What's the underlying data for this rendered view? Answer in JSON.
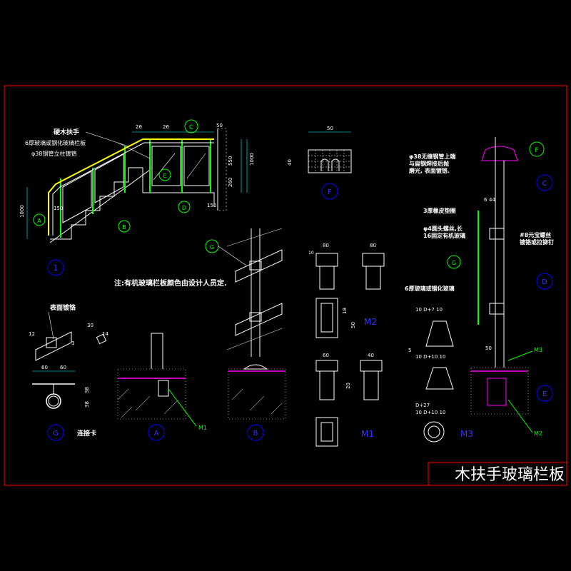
{
  "title": "木扶手玻璃栏板",
  "note": "注:有机玻璃栏板颜色由设计人员定.",
  "colors": {
    "background": "#000000",
    "frame": "#ff0000",
    "text": "#ffffff",
    "bubble": "#0000ff",
    "accent": "#00ff00",
    "dim": "#00ffff",
    "label": "#3333ff",
    "cut": "#ff00ff"
  },
  "elevation": {
    "labels": {
      "handrail": "硬木扶手",
      "glass": "6厚玻璃或钢化玻璃栏板",
      "post": "φ38钢管立柱镀铬"
    },
    "dims": {
      "d26a": "26",
      "d26b": "26",
      "d50": "50",
      "d550": "550",
      "d1000": "1000",
      "d260": "260",
      "d150": "150",
      "d1000left": "1000",
      "d150b": "150"
    },
    "bubbles": {
      "c": "C",
      "e": "E",
      "d": "D",
      "a": "A",
      "b": "B",
      "n1": "1"
    }
  },
  "detail_f": {
    "bubble": "F",
    "dim50": "50",
    "dim40": "40"
  },
  "detail_g": {
    "bubble": "G"
  },
  "detail_clip": {
    "label": "表面镀铬",
    "caption": "连接卡",
    "bubble": "G",
    "dims": {
      "d60a": "60",
      "d60b": "60",
      "d12": "12",
      "d30": "30",
      "d38a": "38",
      "d38b": "38",
      "d3": "3",
      "d14": "14"
    }
  },
  "detail_a": {
    "bubble": "A"
  },
  "detail_b": {
    "bubble": "B"
  },
  "m_labels": {
    "m2": "M2",
    "m1": "M1",
    "m3": "M3",
    "m1b": "M1",
    "m2b": "M2",
    "m3b": "M3"
  },
  "m_dims": {
    "d80a": "80",
    "d80b": "80",
    "d10": "10",
    "d60": "60",
    "d40": "40",
    "d18": "18",
    "d50": "50",
    "d20": "20",
    "d10d7": "10 D+7 10",
    "d10d10": "10 D+10 10",
    "dD27": "D+27",
    "d10d10b": "10 D+10 10",
    "d5": "5"
  },
  "section": {
    "labels": {
      "top": "φ38无缝钢管上端\n与扁钢焊接后抛\n磨光, 表面镀铬.",
      "pad": "3厚橡皮垫圈",
      "bolt": "φ4圆头螺丝,长\n16固定有机玻璃",
      "nut": "#8元宝螺丝\n镀铬或拉铆钉",
      "glass": "6厚玻璃或钢化玻璃"
    },
    "dims": {
      "d6": "6",
      "d44": "44",
      "d50b": "50",
      "d5b": "5"
    },
    "bubbles": {
      "f": "F",
      "c": "C",
      "d": "D",
      "e": "E",
      "g": "G"
    }
  }
}
